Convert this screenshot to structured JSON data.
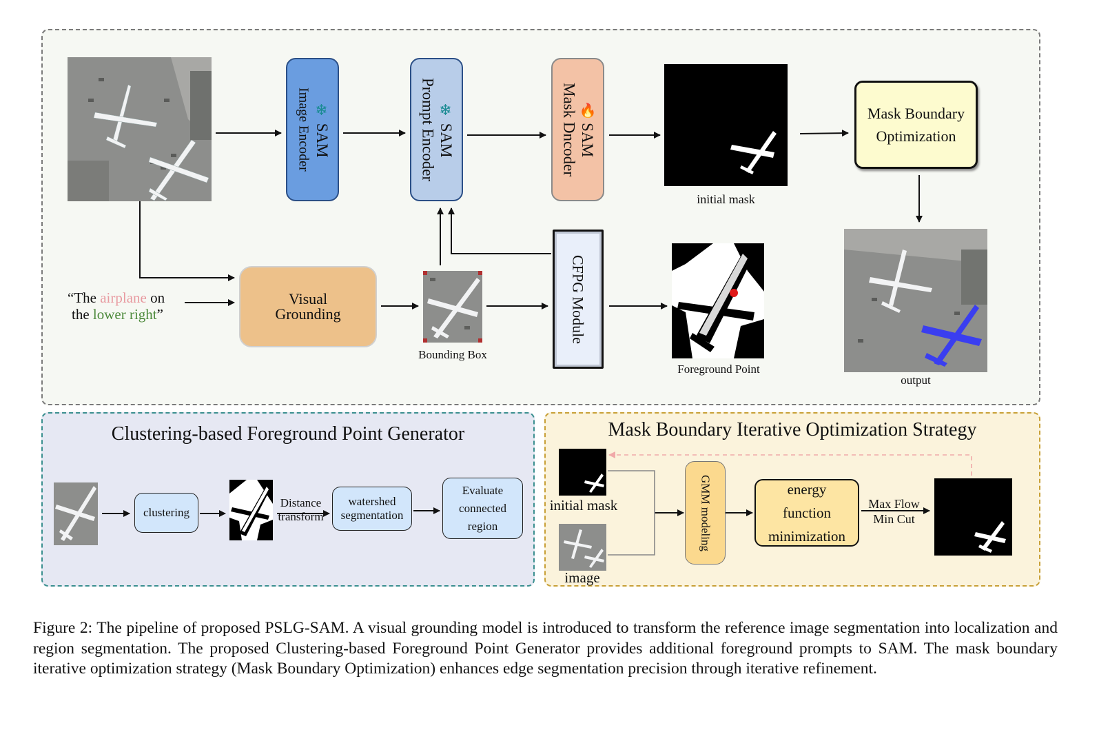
{
  "top": {
    "sam_image_encoder": {
      "title": "SAM",
      "subtitle": "Image Encoder",
      "icon": "snowflake-icon"
    },
    "sam_prompt_encoder": {
      "title": "SAM",
      "subtitle": "Prompt Encoder",
      "icon": "snowflake-icon"
    },
    "sam_mask_decoder": {
      "title": "SAM",
      "subtitle": "Mask Dncoder",
      "icon": "fire-icon"
    },
    "initial_mask_label": "initial mask",
    "mask_boundary_box": "Mask Boundary Optimization",
    "visual_grounding": "Visual Grounding",
    "bounding_box_label": "Bounding Box",
    "cfpg_module": "CFPG Module",
    "foreground_point_label": "Foreground Point",
    "output_label": "output",
    "query": {
      "q_open": "“The ",
      "q_airplane": "airplane",
      "q_on": " on",
      "q_the": "the ",
      "q_lower_right": "lower right",
      "q_close": "”"
    }
  },
  "left_panel": {
    "title": "Clustering-based Foreground Point Generator",
    "clustering": "clustering",
    "distance_transform_1": "Distance",
    "distance_transform_2": "transform",
    "watershed_1": "watershed",
    "watershed_2": "segmentation",
    "evaluate_1": "Evaluate",
    "evaluate_2": "connected",
    "evaluate_3": "region"
  },
  "right_panel": {
    "title": "Mask Boundary Iterative Optimization Strategy",
    "initial_mask_label": "initial mask",
    "image_label": "image",
    "gmm": "GMM modeling",
    "energy_1": "energy",
    "energy_2": "function",
    "energy_3": "minimization",
    "maxflow": "Max Flow",
    "mincut": "Min Cut"
  },
  "caption": "Figure 2: The pipeline of proposed PSLG-SAM. A visual grounding model is introduced to transform the reference image segmentation into localization and region segmentation. The proposed Clustering-based Foreground Point Generator provides additional foreground prompts to SAM. The mask boundary iterative optimization strategy (Mask Boundary Optimization) enhances edge segmentation precision through iterative refinement.",
  "colors": {
    "airplane_text": "#e89aa0",
    "lower_right_text": "#4d8a3c",
    "image_encoder_fill": "#6a9de0",
    "prompt_encoder_fill": "#b8cde9",
    "mask_decoder_fill": "#f3c2a6",
    "visual_grounding_fill": "#edc18a",
    "mask_boundary_fill": "#fdfbcf",
    "cfpg_fill": "#e9effa",
    "gmm_fill": "#fbd98e",
    "energy_fill": "#fde5a3",
    "small_box_fill": "#d2e6fb",
    "prediction_overlay": "#3a3ef0"
  }
}
